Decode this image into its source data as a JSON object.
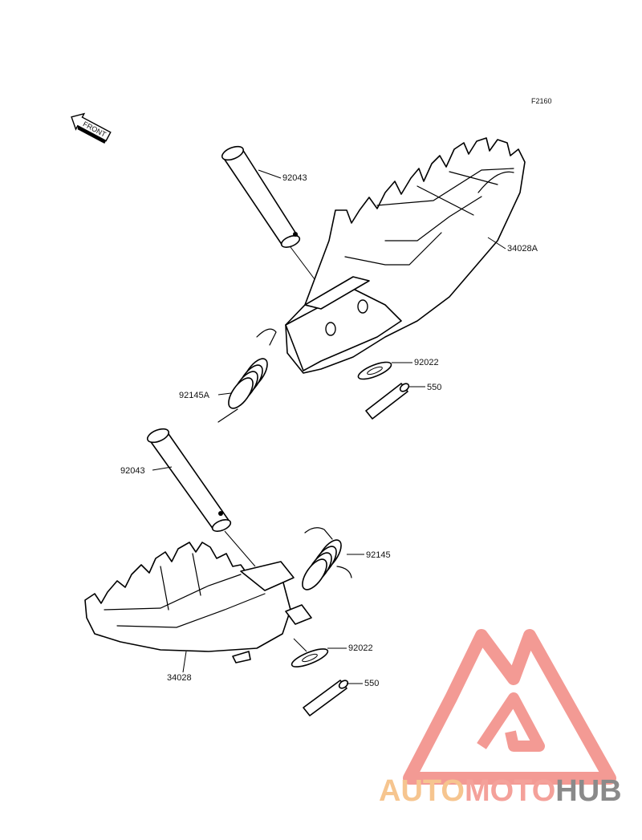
{
  "diagram": {
    "figure_code": "F2160",
    "front_label": "FRONT",
    "callouts": [
      {
        "id": "pin-upper",
        "label": "92043"
      },
      {
        "id": "footpeg-upper",
        "label": "34028A"
      },
      {
        "id": "washer-upper",
        "label": "92022"
      },
      {
        "id": "cotter-upper",
        "label": "550"
      },
      {
        "id": "spring-upper",
        "label": "92145A"
      },
      {
        "id": "pin-lower",
        "label": "92043"
      },
      {
        "id": "spring-lower",
        "label": "92145"
      },
      {
        "id": "washer-lower",
        "label": "92022"
      },
      {
        "id": "cotter-lower",
        "label": "550"
      },
      {
        "id": "footpeg-lower",
        "label": "34028"
      }
    ]
  },
  "watermark": {
    "part1": "AUTO",
    "part2": "MOTO",
    "part3": "HUB",
    "colors": {
      "auto": "#f6c58f",
      "moto": "#f4a19a",
      "hub": "#8a8a8a",
      "logo": "#f39a94"
    }
  }
}
